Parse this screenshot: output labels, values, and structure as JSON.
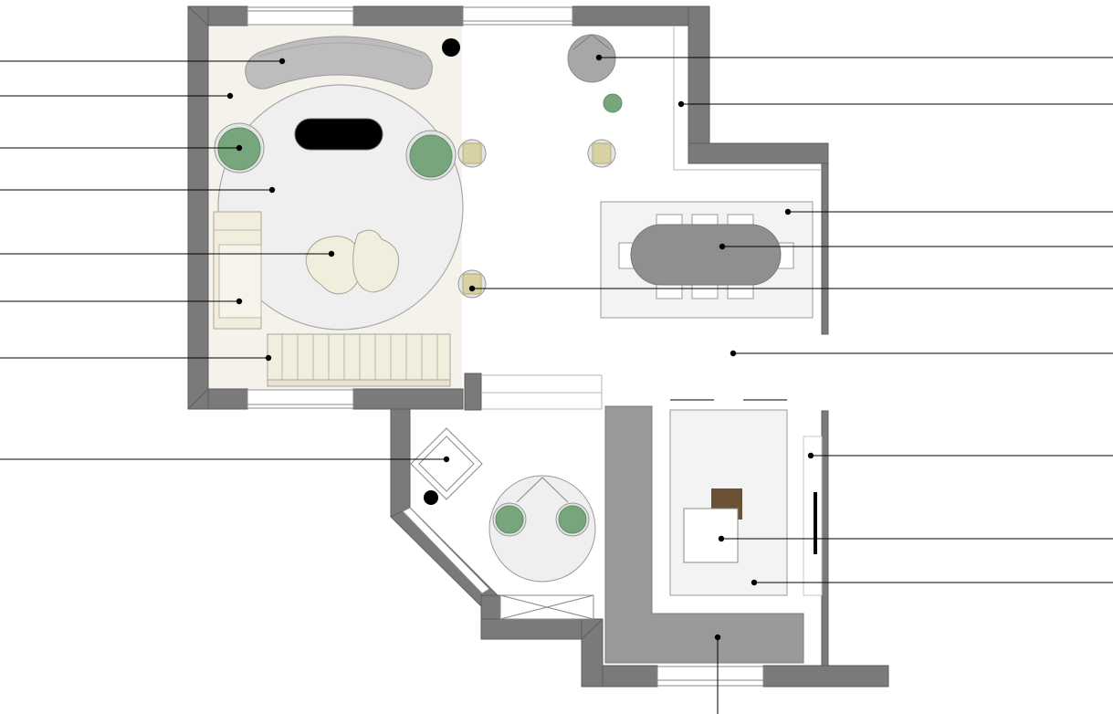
{
  "plan": {
    "kind": "furniture floor plan",
    "labels_printed": false,
    "leader_count": 17
  },
  "colors": {
    "wall": "#7a7a7a",
    "wall_edge": "#5e5e5e",
    "living_rug": "#f4f2ea",
    "round_rug": "#efefef",
    "sofa_grey": "#bdbdbd",
    "dark_grey": "#8f8f8f",
    "kitchen_grey": "#999999",
    "plant_green": "#77a57c",
    "pouf_yellow": "#d7d1a4",
    "cream": "#f1eedd",
    "desk_brown": "#6b5135",
    "black": "#000000",
    "leader": "#000000"
  },
  "icons": {
    "window": "window-opening",
    "door": "door-opening",
    "leader": "callout-leader"
  }
}
